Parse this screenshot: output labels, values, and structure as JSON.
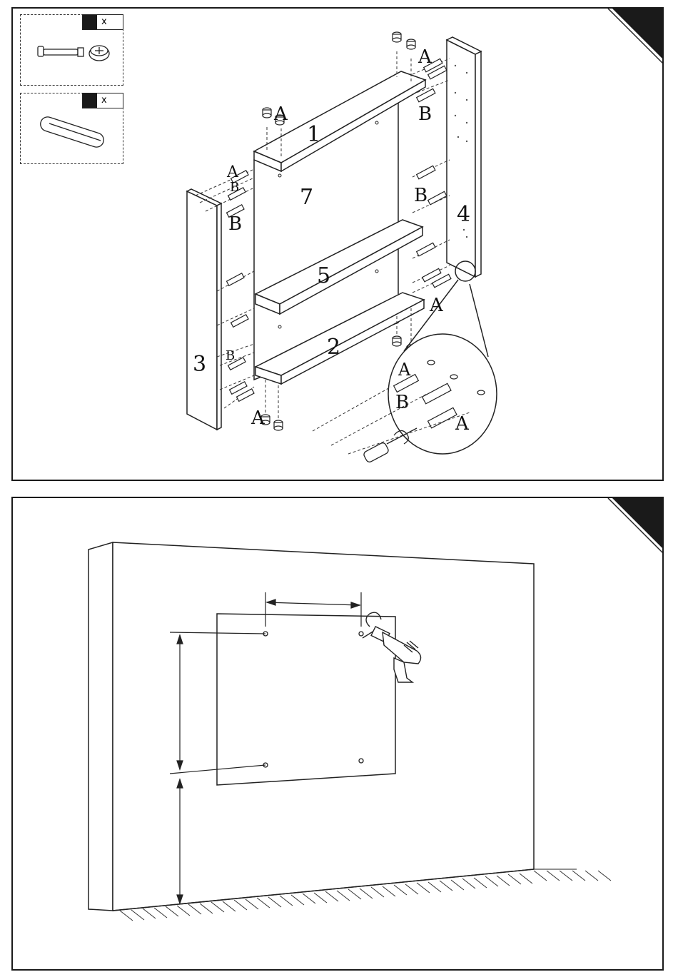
{
  "step1": {
    "parts": [
      {
        "name": "cam-lock-bolt",
        "qty_label": "x"
      },
      {
        "name": "wooden-dowel",
        "qty_label": "x"
      }
    ],
    "labels": {
      "part1": "1",
      "part2": "2",
      "part3": "3",
      "part4": "4",
      "part5": "5",
      "part7": "7",
      "fitting_a": "A",
      "fitting_b": "B"
    }
  },
  "step2": {}
}
